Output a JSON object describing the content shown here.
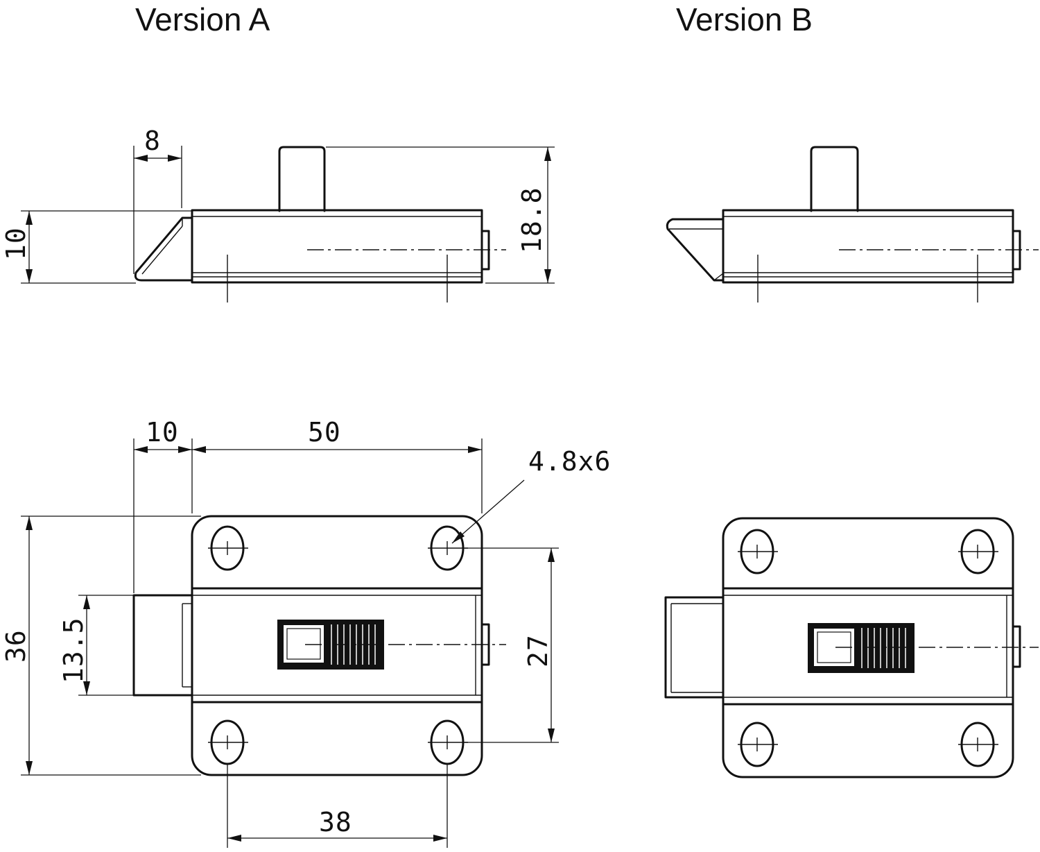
{
  "titles": {
    "version_a": "Version A",
    "version_b": "Version B"
  },
  "dimensions": {
    "bolt_tip_length": "8",
    "side_height": "10",
    "knob_height": "18.8",
    "bolt_extension": "10",
    "body_length": "50",
    "hole_size": "4.8x6",
    "total_height": "36",
    "bolt_width": "13.5",
    "hole_vertical_spacing": "27",
    "hole_horizontal_spacing": "38"
  }
}
